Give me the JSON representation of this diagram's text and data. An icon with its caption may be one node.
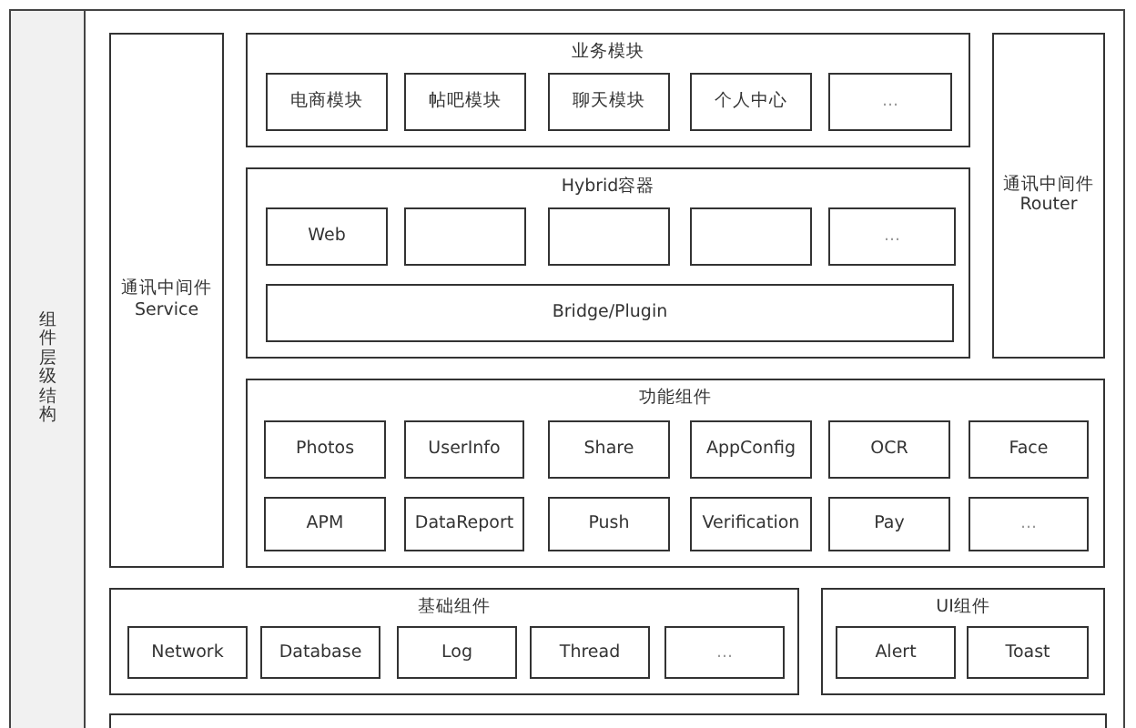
{
  "diagram": {
    "nodes": [
      {
        "text": [
          "组件层级结构"
        ]
      },
      {
        "text": [
          "通讯中间件 Service"
        ]
      },
      {
        "text": [
          "业务模块"
        ]
      },
      {
        "text": [
          "电商模块"
        ],
        "in": 2
      },
      {
        "text": [
          "帖吧模块"
        ],
        "in": 2
      },
      {
        "text": [
          "聊天模块"
        ],
        "in": 2
      },
      {
        "text": [
          "个人中心"
        ],
        "in": 2
      },
      {
        "text": [
          "..."
        ],
        "in": 2
      },
      {
        "text": [
          "通讯中间件 Router"
        ]
      },
      {
        "text": [
          "Hybrid容器"
        ]
      },
      {
        "text": [
          "Web"
        ],
        "in": 9
      },
      {
        "text": [],
        "shape": "box",
        "in": 9
      },
      {
        "text": [],
        "shape": "box",
        "in": 9
      },
      {
        "text": [],
        "shape": "box",
        "in": 9
      },
      {
        "text": [
          "..."
        ],
        "in": 9
      },
      {
        "text": [
          "Bridge/Plugin"
        ],
        "in": 9
      },
      {
        "text": [
          "功能组件"
        ]
      },
      {
        "text": [
          "Photos"
        ],
        "in": 16
      },
      {
        "text": [
          "UserInfo"
        ],
        "in": 16
      },
      {
        "text": [
          "Share"
        ],
        "in": 16
      },
      {
        "text": [
          "AppConfig"
        ],
        "in": 16
      },
      {
        "text": [
          "OCR"
        ],
        "in": 16
      },
      {
        "text": [
          "Face"
        ],
        "in": 16
      },
      {
        "text": [
          "APM"
        ],
        "in": 16
      },
      {
        "text": [
          "DataReport"
        ],
        "in": 16
      },
      {
        "text": [
          "Push"
        ],
        "in": 16
      },
      {
        "text": [
          "Verification"
        ],
        "in": 16
      },
      {
        "text": [
          "Pay"
        ],
        "in": 16
      },
      {
        "text": [
          "..."
        ],
        "in": 16
      },
      {
        "text": [
          "基础组件"
        ]
      },
      {
        "text": [
          "Network"
        ],
        "in": 29
      },
      {
        "text": [
          "Database"
        ],
        "in": 29
      },
      {
        "text": [
          "Log"
        ],
        "in": 29
      },
      {
        "text": [
          "Thread"
        ],
        "in": 29
      },
      {
        "text": [
          "..."
        ],
        "in": 29
      },
      {
        "text": [
          "UI组件"
        ]
      },
      {
        "text": [
          "Alert"
        ],
        "in": 35
      },
      {
        "text": [
          "Toast"
        ],
        "in": 35
      },
      {
        "text": [],
        "shape": "box"
      }
    ]
  }
}
